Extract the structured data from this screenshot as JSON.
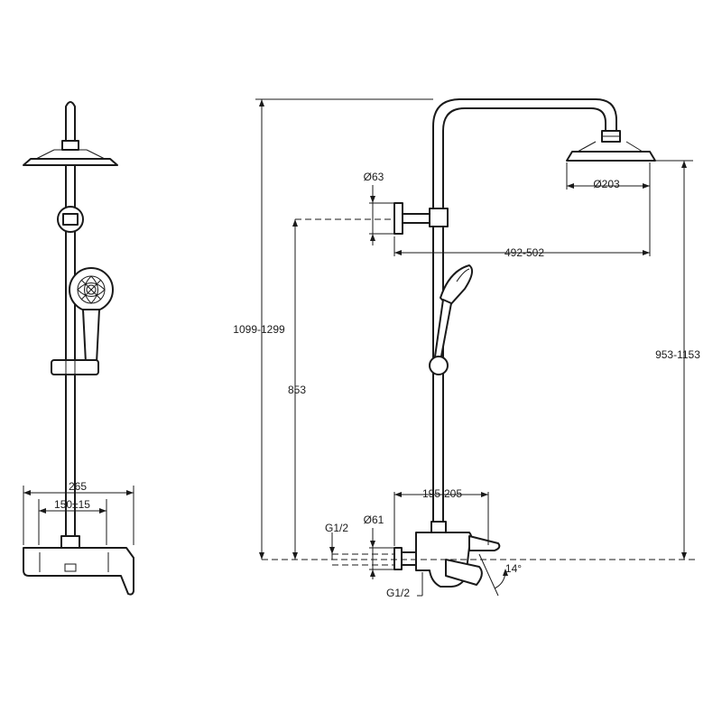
{
  "labels": {
    "front_width": "265",
    "front_centers": "150±15",
    "height_total": "1099-1299",
    "height_bracket": "853",
    "height_head": "953-1153",
    "head_diameter": "Ø203",
    "arm_reach": "492-502",
    "flange_upper": "Ø63",
    "flange_lower": "Ø61",
    "spout_reach": "195-205",
    "inlet_thread_top": "G1/2",
    "inlet_thread_bottom": "G1/2",
    "spout_angle": "14°"
  }
}
